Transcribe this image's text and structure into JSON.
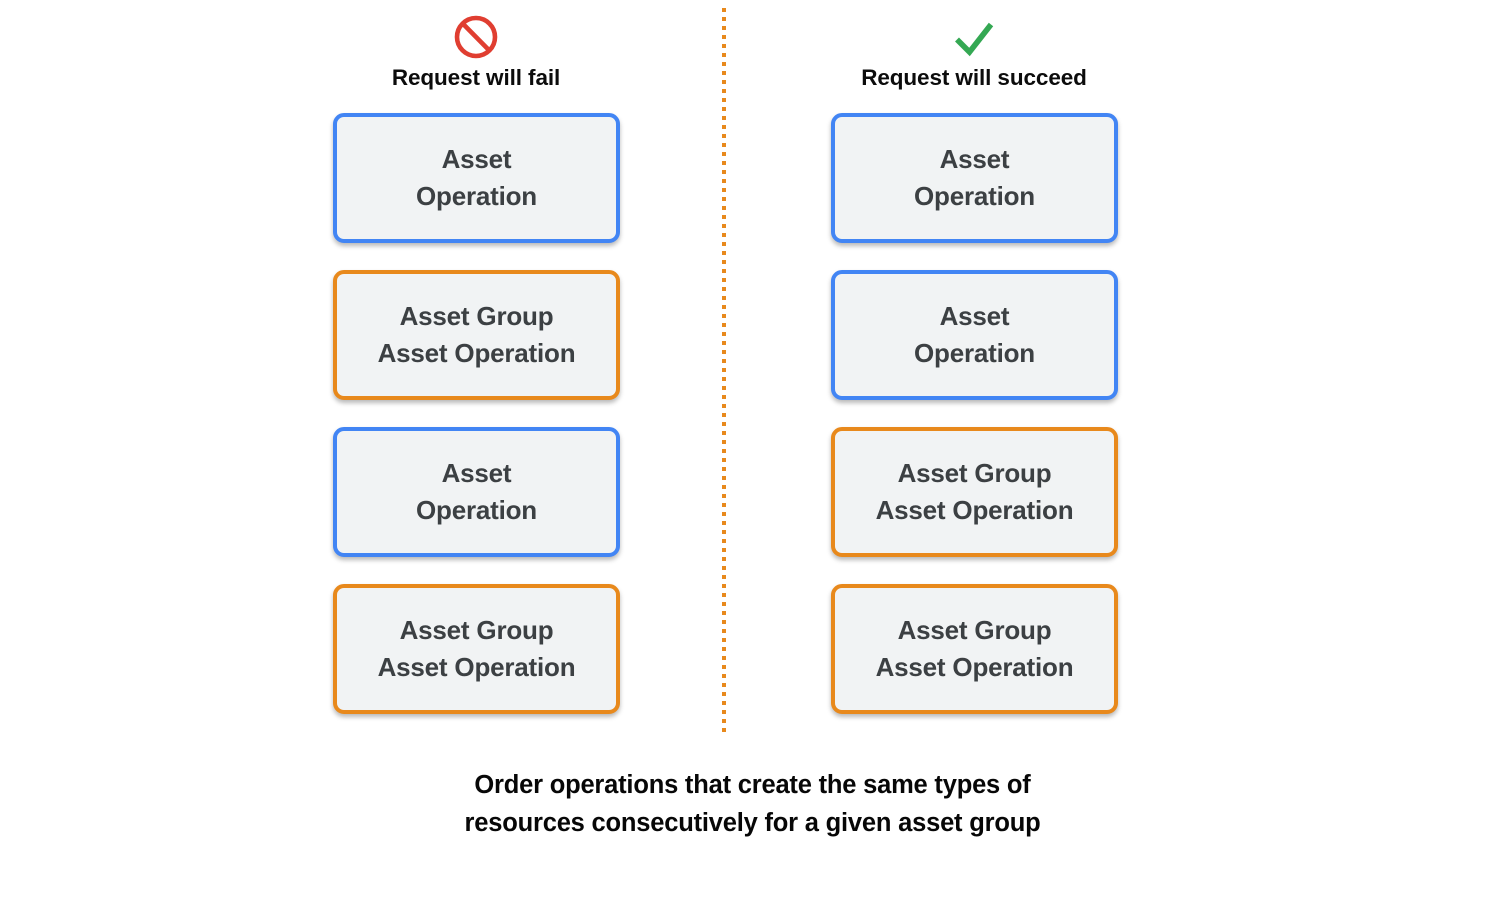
{
  "diagram": {
    "caption": "Order operations that create the same types of\nresources consecutively for a given asset group",
    "divider_color": "#E8891C",
    "columns": [
      {
        "id": "fail",
        "title": "Request will fail",
        "icon": "prohibition-icon",
        "icon_color": "#E03E31",
        "boxes": [
          {
            "label": "Asset\nOperation",
            "kind": "blue",
            "color": "#4285F4"
          },
          {
            "label": "Asset Group\nAsset Operation",
            "kind": "orange",
            "color": "#E8891C"
          },
          {
            "label": "Asset\nOperation",
            "kind": "blue",
            "color": "#4285F4"
          },
          {
            "label": "Asset Group\nAsset Operation",
            "kind": "orange",
            "color": "#E8891C"
          }
        ]
      },
      {
        "id": "succeed",
        "title": "Request will succeed",
        "icon": "check-icon",
        "icon_color": "#34A853",
        "boxes": [
          {
            "label": "Asset\nOperation",
            "kind": "blue",
            "color": "#4285F4"
          },
          {
            "label": "Asset\nOperation",
            "kind": "blue",
            "color": "#4285F4"
          },
          {
            "label": "Asset Group\nAsset Operation",
            "kind": "orange",
            "color": "#E8891C"
          },
          {
            "label": "Asset Group\nAsset Operation",
            "kind": "orange",
            "color": "#E8891C"
          }
        ]
      }
    ]
  }
}
